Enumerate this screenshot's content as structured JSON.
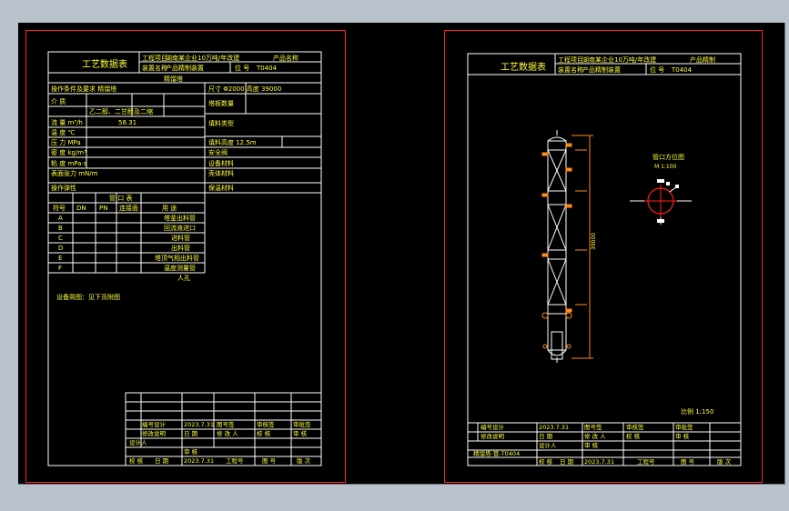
{
  "left_sheet": {
    "title": "工艺数据表",
    "project_label": "工程项目",
    "project_value": "湖南某企业10万吨/年改建",
    "product_label": "产品名称",
    "equipment_label": "装置名称",
    "equipment_value": "产品精制装置",
    "tag_label": "位 号",
    "tag_value": "T0404",
    "section_header": "精馏塔",
    "left_rows": [
      "操作条件及要求  精馏塔",
      "介 质",
      "流 量 m³/h",
      "温 度 ℃",
      "压 力 MPa",
      "密 度 kg/m³",
      "粘 度 mPa·s",
      "表面张力 mN/m",
      "操作弹性"
    ],
    "flow_value": "58.31",
    "right_rows": [
      "尺寸  Φ2000  高度  39000",
      "塔板数量",
      "填料类型",
      "填料高度  12.5m",
      "安全阀",
      "设备材料",
      "壳体材料",
      "保温材料"
    ],
    "medium_value": "乙二醇、二甘醇及二缩",
    "nozzle_header": "管 口 表",
    "nozzle_cols": [
      "符号",
      "DN",
      "PN",
      "连接面",
      "用 途"
    ],
    "nozzle_letters": [
      "A",
      "B",
      "C",
      "D",
      "E",
      "F"
    ],
    "nozzle_uses": [
      "塔釜出料管",
      "回流液进口",
      "进料管",
      "出料管",
      "塔顶气相出料管",
      "温度测量管",
      "人孔"
    ],
    "note": "设备简图：见下页附图",
    "title_block": {
      "r1": [
        "编号设计",
        "2023.7.31",
        "图号签",
        "审核签",
        "审批签"
      ],
      "r2": [
        "修改说明",
        "日 期",
        "修 改 人",
        "校 核",
        "审 核"
      ],
      "r3": [
        "设计人",
        "审 核"
      ],
      "r4": [
        "校 核",
        "日 期",
        "2023.7.31",
        "工程号",
        "图 号",
        "版 次"
      ]
    }
  },
  "right_sheet": {
    "title": "工艺数据表",
    "project_label": "工程项目",
    "project_value": "湖南某企业10万吨/年改建",
    "product_label": "产品精制",
    "equipment_label": "装置名称",
    "equipment_value": "产品精制装置",
    "tag_label": "位 号",
    "tag_value": "T0404",
    "nozzle_orientation_title": "管口方位图",
    "nozzle_orientation_subtitle": "M 1:100",
    "height_label": "39000",
    "scale": "比例 1:150",
    "drawing_no": "精馏塔-管-T0404",
    "title_block": {
      "r1": [
        "编号设计",
        "2023.7.31",
        "图号签",
        "审核签",
        "审批签"
      ],
      "r2": [
        "修改说明",
        "日 期",
        "修 改 人",
        "校 核",
        "审 核"
      ],
      "r3": [
        "设计人",
        "审 核"
      ],
      "r4": [
        "校 核",
        "日 期",
        "2023.7.31",
        "工程号",
        "图 号",
        "版 次"
      ]
    }
  },
  "colors": {
    "background": "#000000",
    "frame": "#ff2020",
    "lines": "#ffffff",
    "text": "#ffff40",
    "accent": "#ff8a1a",
    "workspace": "#b9c1cb"
  }
}
